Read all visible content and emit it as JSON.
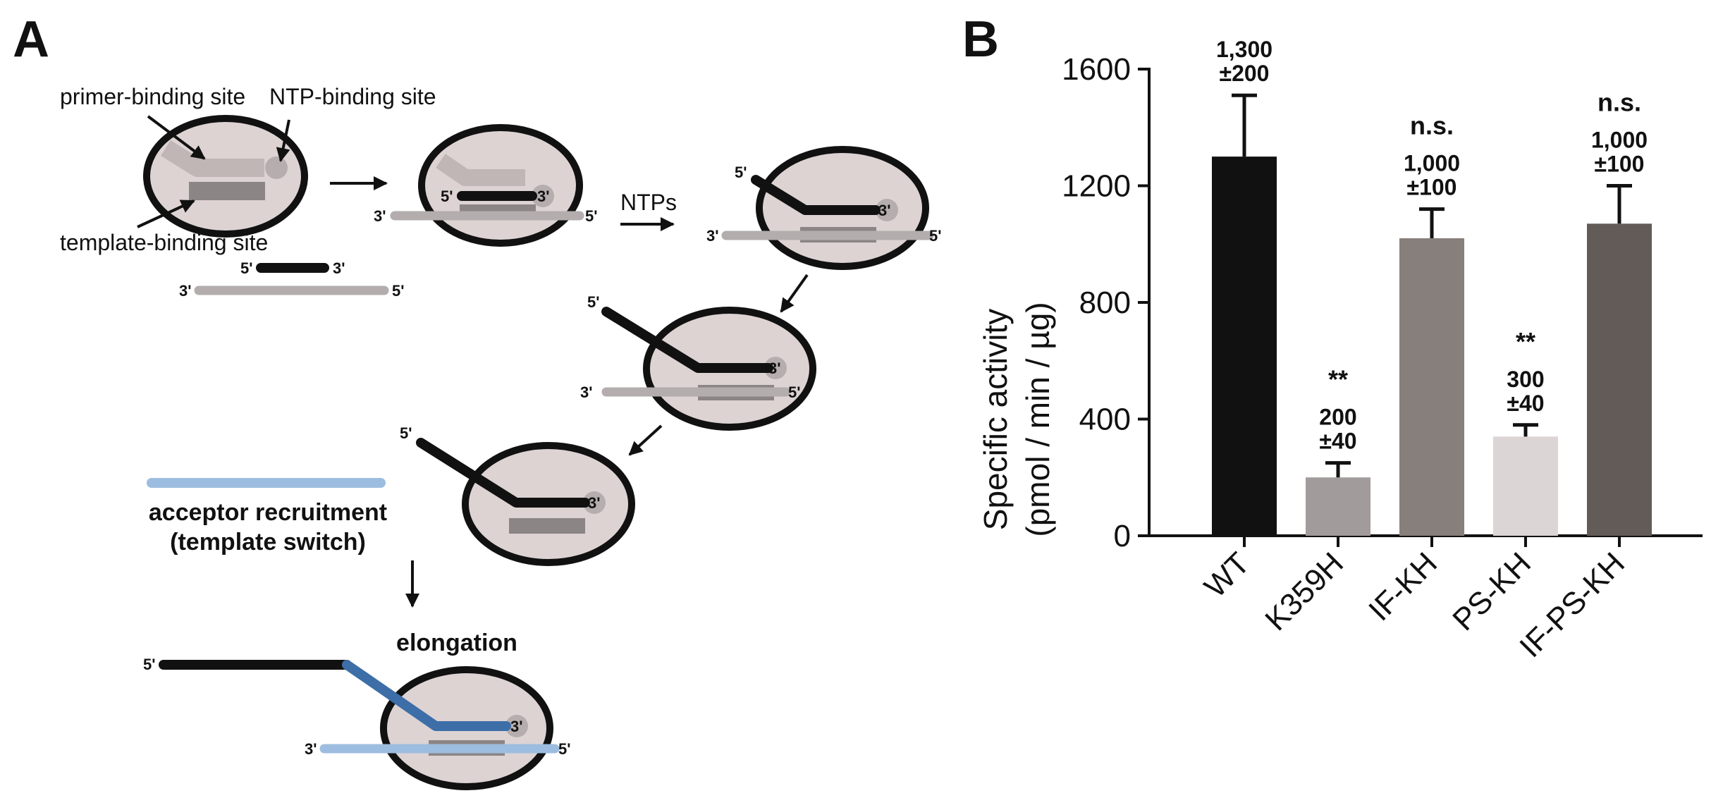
{
  "panels": {
    "a": "A",
    "b": "B"
  },
  "diagram": {
    "labels": {
      "primer_site": "primer-binding site",
      "ntp_site": "NTP-binding site",
      "template_site": "template-binding site",
      "ntps": "NTPs",
      "acceptor1": "acceptor recruitment",
      "acceptor2": "(template switch)",
      "elongation": "elongation"
    },
    "ends": {
      "five": "5'",
      "three": "3'"
    },
    "colors": {
      "enzyme_fill": "#ddd3d3",
      "primer": "#111111",
      "template": "#b3adad",
      "acceptor": "#9dbde0",
      "new_strand": "#3d6ea8"
    }
  },
  "chart_data": {
    "type": "bar",
    "categories": [
      "WT",
      "K359H",
      "IF-KH",
      "PS-KH",
      "IF-PS-KH"
    ],
    "values": [
      1300,
      200,
      1020,
      340,
      1070
    ],
    "errors": [
      210,
      50,
      100,
      40,
      130
    ],
    "value_labels": [
      [
        "1,300",
        "±200"
      ],
      [
        "200",
        "±40"
      ],
      [
        "1,000",
        "±100"
      ],
      [
        "300",
        "±40"
      ],
      [
        "1,000",
        "±100"
      ]
    ],
    "significance": [
      "",
      "**",
      "n.s.",
      "**",
      "n.s."
    ],
    "bar_colors": [
      "#111111",
      "#a29b9b",
      "#877f7b",
      "#dcd5d5",
      "#625b58"
    ],
    "ylabel": [
      "Specific activity",
      "(pmol / min / µg)"
    ],
    "ylim": [
      0,
      1600
    ],
    "yticks": [
      0,
      400,
      800,
      1200,
      1600
    ]
  }
}
